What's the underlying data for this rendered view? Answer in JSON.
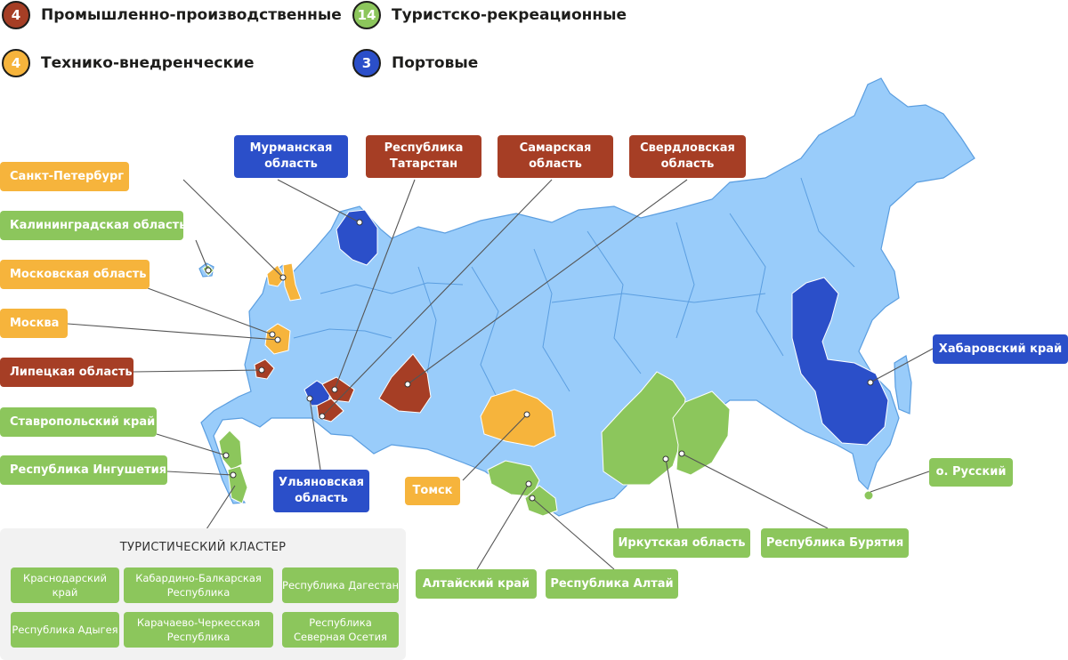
{
  "legend": [
    {
      "count": "4",
      "label": "Промышленно-производственные",
      "color": "#a63e25"
    },
    {
      "count": "14",
      "label": "Туристско-рекреационные",
      "color": "#8cc65c"
    },
    {
      "count": "4",
      "label": "Технико-внедренческие",
      "color": "#f6b43c"
    },
    {
      "count": "3",
      "label": "Портовые",
      "color": "#2b4fc9"
    }
  ],
  "labels": {
    "murmansk": "Мурманская область",
    "tatarstan": "Республика Татарстан",
    "samara": "Самарская область",
    "sverdlovsk": "Свердловская область",
    "spb": "Санкт-Петербург",
    "kaliningrad": "Калининградская область",
    "moscow_obl": "Московская область",
    "moscow": "Москва",
    "lipetsk": "Липецкая область",
    "stavropol": "Ставропольский край",
    "ingushetia": "Республика Ингушетия",
    "ulyanovsk": "Ульяновская область",
    "tomsk": "Томск",
    "khabarovsk": "Хабаровский край",
    "russky": "о. Русский",
    "irkutsk": "Иркутская область",
    "buryatia": "Республика Бурятия",
    "altai_krai": "Алтайский край",
    "altai_rep": "Республика Алтай"
  },
  "cluster": {
    "title": "ТУРИСТИЧЕСКИЙ КЛАСТЕР",
    "items": [
      "Краснодарский край",
      "Кабардино-Балкарская Республика",
      "Республика Дагестан",
      "Республика Адыгея",
      "Карачаево-Черкесская Республика",
      "Республика Северная Осетия"
    ]
  },
  "colors": {
    "land": "#99ccfa",
    "border": "#5b9ee0",
    "industrial": "#a63e25",
    "technical": "#f6b43c",
    "tourist": "#8cc65c",
    "port": "#2b4fc9"
  }
}
